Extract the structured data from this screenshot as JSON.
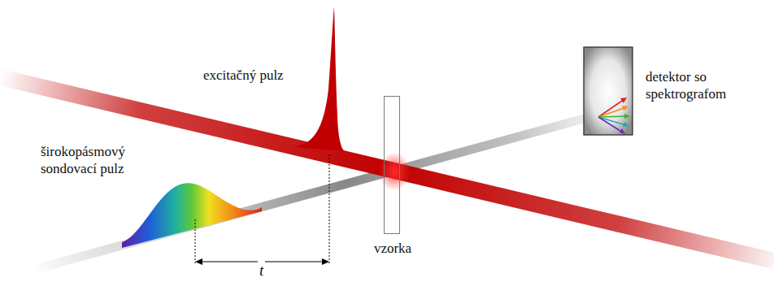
{
  "diagram": {
    "nodes": [
      {
        "text": [
          "vzorka"
        ]
      },
      {
        "text": [
          "detektor so spektrografom"
        ]
      }
    ],
    "labels": [
      "excitačný pulz",
      "širokopásmový sondovací pulz",
      "t"
    ]
  }
}
